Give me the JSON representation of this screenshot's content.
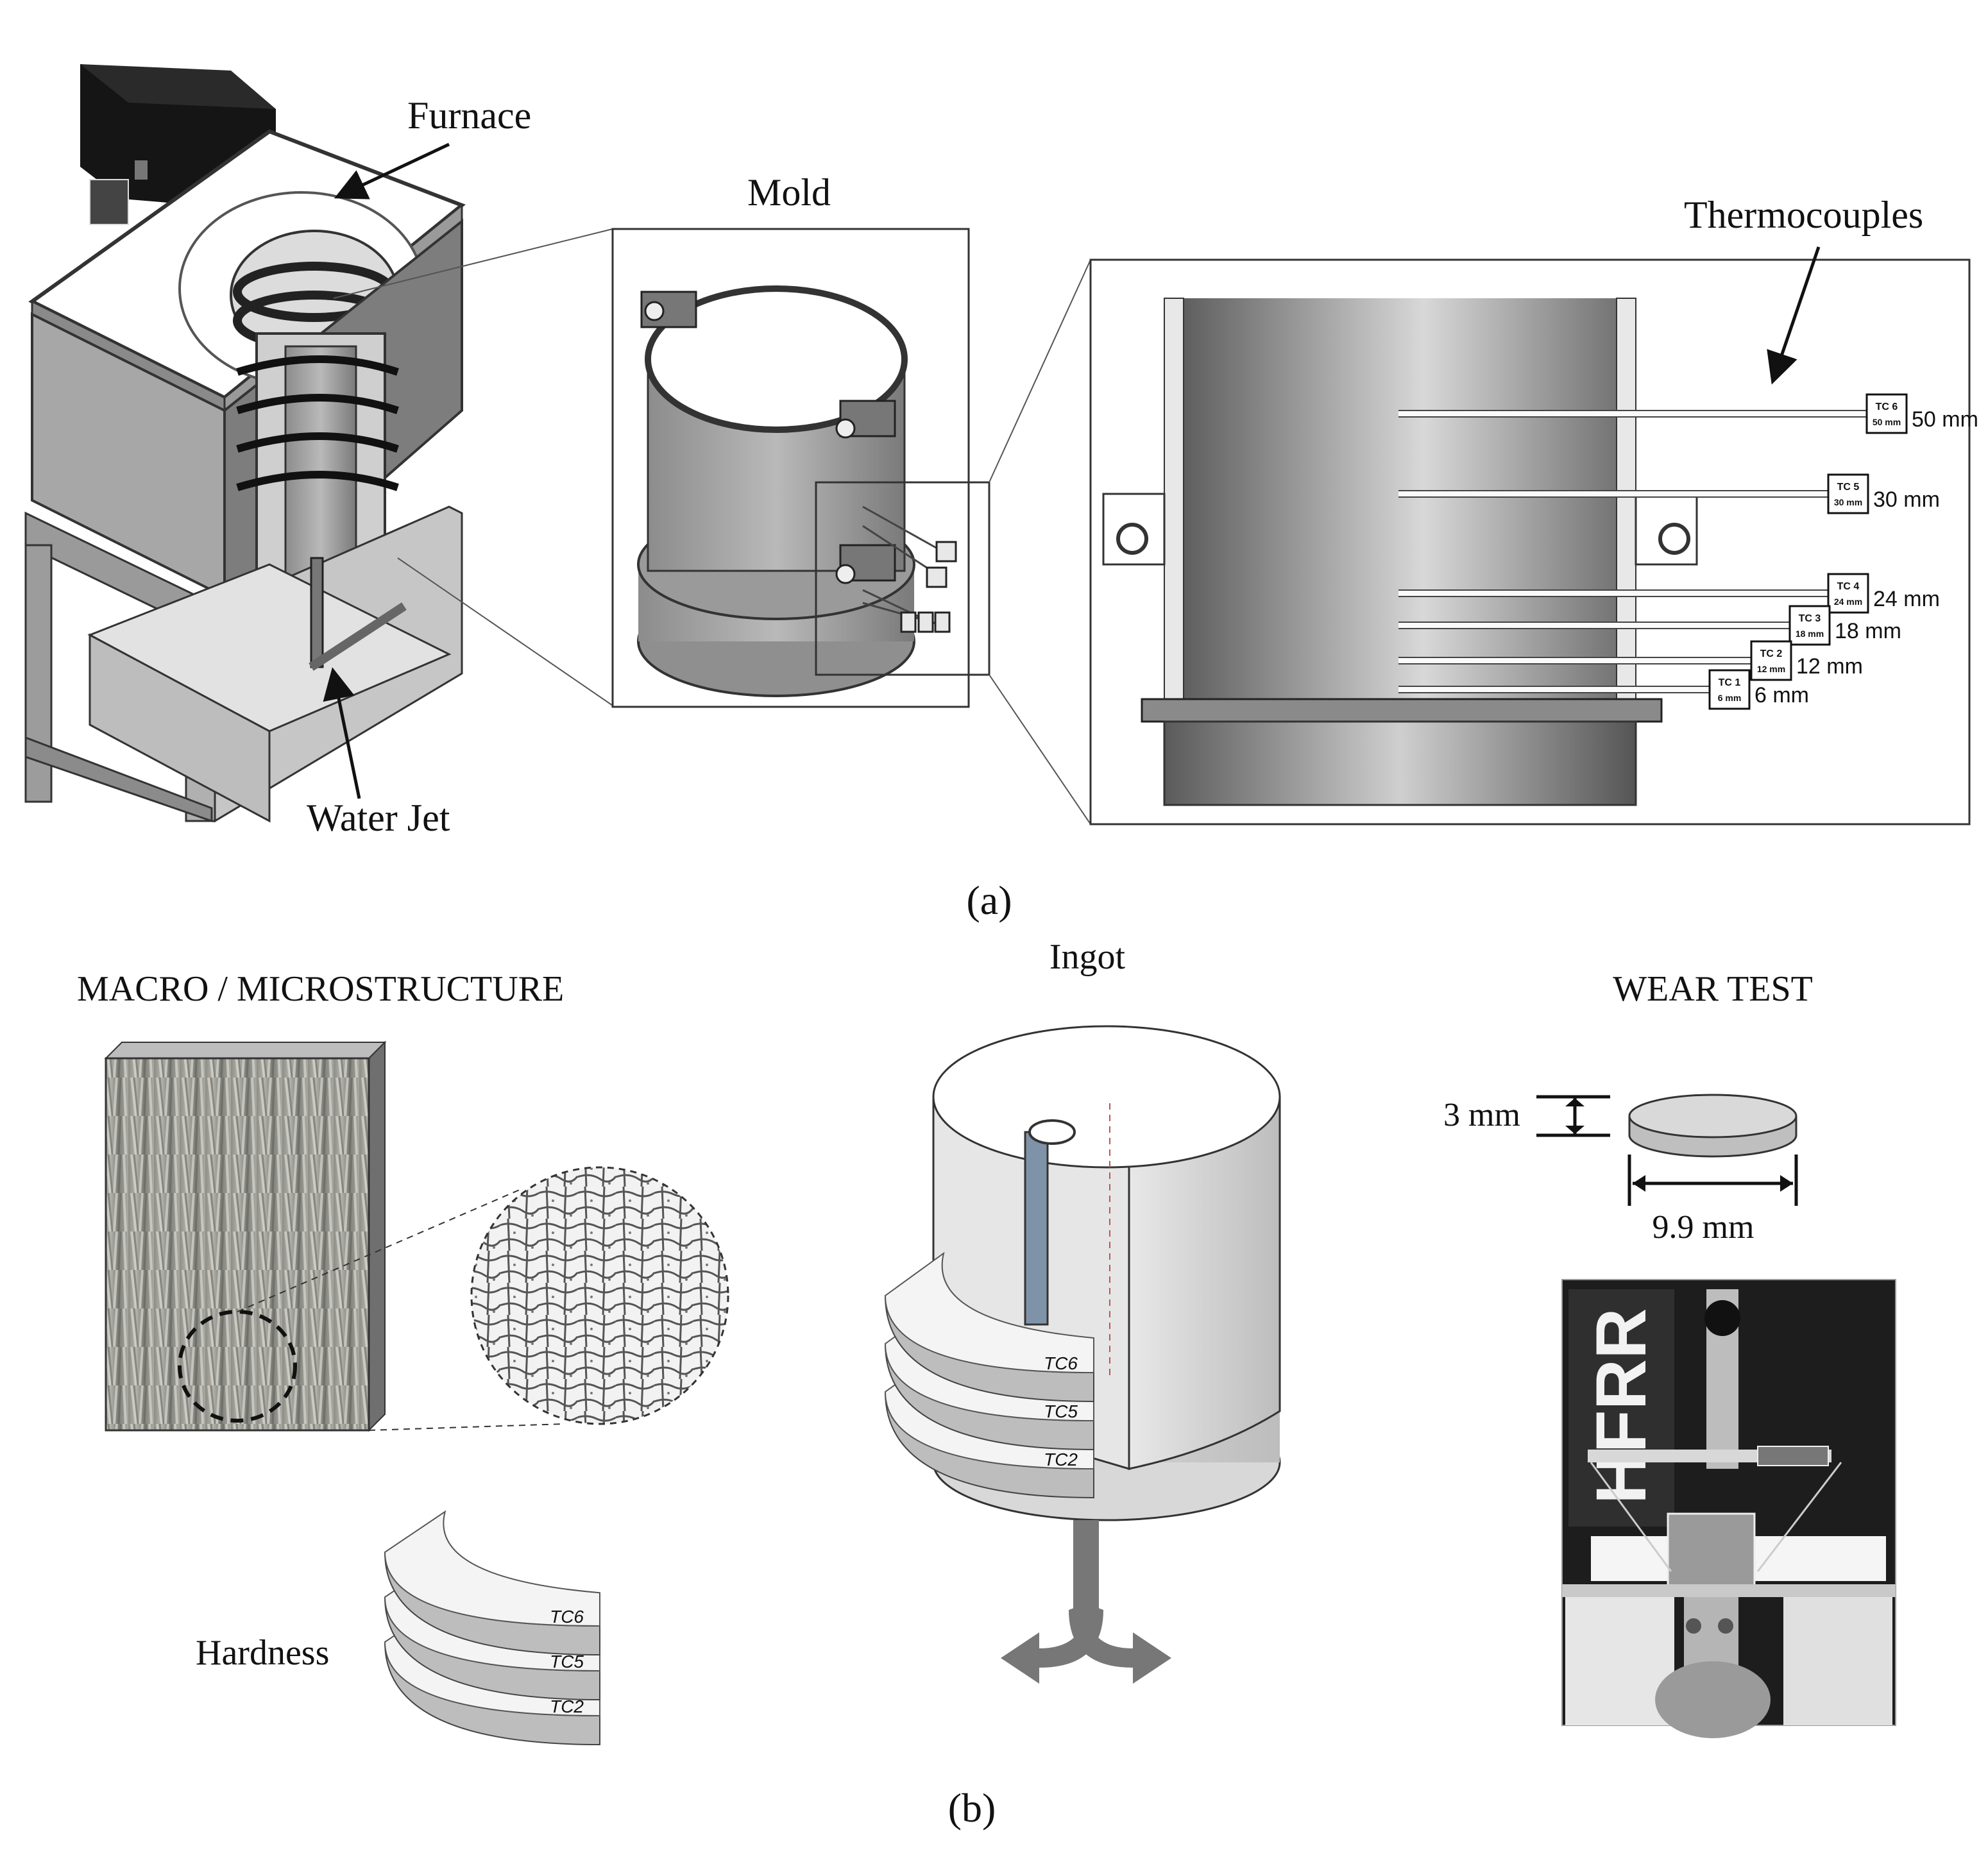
{
  "panel_a": {
    "labels": {
      "furnace": "Furnace",
      "mold": "Mold",
      "thermocouples": "Thermocouples",
      "water_jet": "Water Jet",
      "caption": "(a)"
    },
    "thermocouples": [
      {
        "tag": "TC 6",
        "tag_mm": "50 mm",
        "label": "50 mm"
      },
      {
        "tag": "TC 5",
        "tag_mm": "30 mm",
        "label": "30 mm"
      },
      {
        "tag": "TC 4",
        "tag_mm": "24 mm",
        "label": "24 mm"
      },
      {
        "tag": "TC 3",
        "tag_mm": "18 mm",
        "label": "18 mm"
      },
      {
        "tag": "TC 2",
        "tag_mm": "12 mm",
        "label": "12 mm"
      },
      {
        "tag": "TC 1",
        "tag_mm": "6 mm",
        "label": "6 mm"
      }
    ]
  },
  "panel_b": {
    "labels": {
      "macro": "MACRO / MICROSTRUCTURE",
      "ingot": "Ingot",
      "wear_test": "WEAR TEST",
      "hardness": "Hardness",
      "thickness": "3 mm",
      "diameter": "9.9 mm",
      "caption": "(b)"
    },
    "ingot_slices": [
      "TC6",
      "TC5",
      "TC2"
    ],
    "hardness_slices": [
      "TC6",
      "TC5",
      "TC2"
    ],
    "photo_text": "HFRR"
  }
}
